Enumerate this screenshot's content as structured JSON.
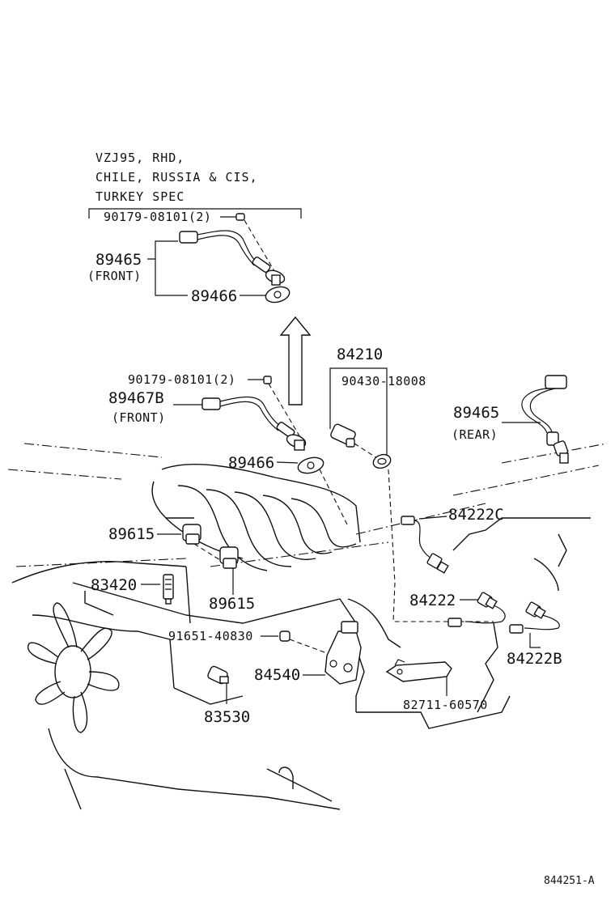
{
  "spec_note": {
    "line1": "VZJ95, RHD,",
    "line2": "CHILE, RUSSIA & CIS,",
    "line3": "TURKEY SPEC"
  },
  "labels": {
    "p90179_top": "90179-08101(2)",
    "p89465_front": "89465",
    "p89465_front_tag": "(FRONT)",
    "p89466_top": "89466",
    "p84210": "84210",
    "p90430": "90430-18008",
    "p90179_mid": "90179-08101(2)",
    "p89467b": "89467B",
    "p89467b_tag": "(FRONT)",
    "p89465_rear": "89465",
    "p89465_rear_tag": "(REAR)",
    "p89466_mid": "89466",
    "p84222c": "84222C",
    "p89615_a": "89615",
    "p83420": "83420",
    "p89615_b": "89615",
    "p84222": "84222",
    "p91651": "91651-40830",
    "p84540": "84540",
    "p84222b": "84222B",
    "p83530": "83530",
    "p82711": "82711-60570"
  },
  "figure_id": "844251-A"
}
